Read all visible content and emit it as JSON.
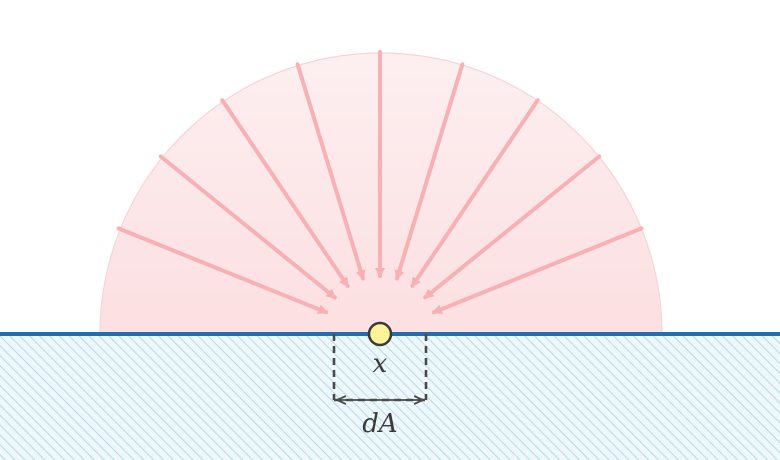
{
  "labels": {
    "point": "x",
    "area": "dA"
  },
  "colors": {
    "hemisphere_fill_top": "#fde9ea",
    "hemisphere_fill_bottom": "#fce0e2",
    "hemisphere_edge": "#f5d5d7",
    "ray": "#f7b0b3",
    "surface_line": "#1f6fb2",
    "hatch": "#a9d2e6",
    "ground_fill": "#eef7fb",
    "point_fill": "#fff39a",
    "point_stroke": "#3a3a3a",
    "dashed_box": "#4a4a4a"
  },
  "ray_count": 9
}
